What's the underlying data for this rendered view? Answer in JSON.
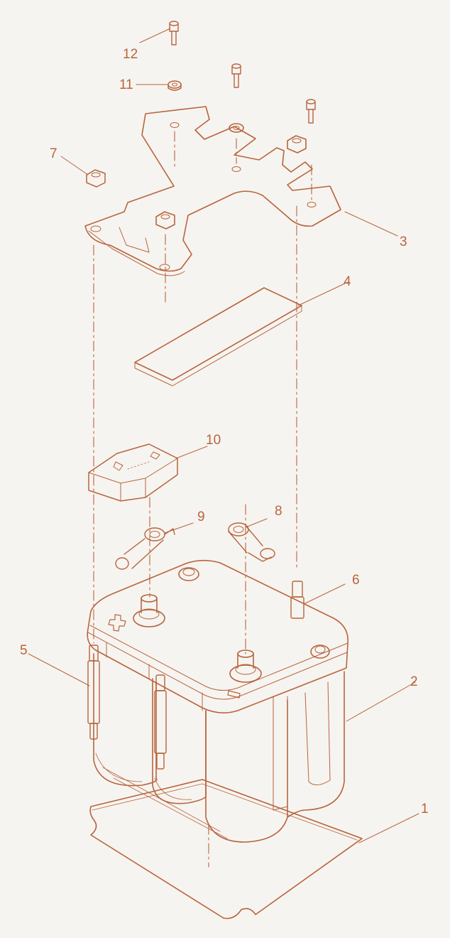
{
  "colors": {
    "line": "#b8643d",
    "paper": "#f6f4f0",
    "leader": "#b8643d"
  },
  "symbols": {
    "plus": "plus-icon",
    "minus": "minus-icon"
  },
  "callouts": [
    {
      "id": "c1",
      "label": "1"
    },
    {
      "id": "c2",
      "label": "2"
    },
    {
      "id": "c3",
      "label": "3"
    },
    {
      "id": "c4",
      "label": "4"
    },
    {
      "id": "c5",
      "label": "5"
    },
    {
      "id": "c6",
      "label": "6"
    },
    {
      "id": "c7",
      "label": "7"
    },
    {
      "id": "c8",
      "label": "8"
    },
    {
      "id": "c9",
      "label": "9"
    },
    {
      "id": "c10",
      "label": "10"
    },
    {
      "id": "c11",
      "label": "11"
    },
    {
      "id": "c12",
      "label": "12"
    }
  ]
}
